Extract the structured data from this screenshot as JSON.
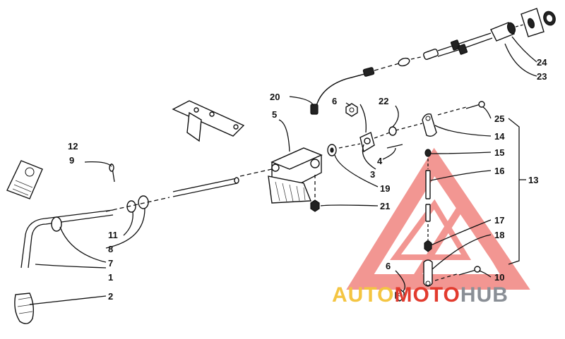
{
  "callouts": {
    "c1": "1",
    "c2": "2",
    "c3": "3",
    "c4": "4",
    "c5": "5",
    "c6a": "6",
    "c6b": "6",
    "c7": "7",
    "c8": "8",
    "c9": "9",
    "c10": "10",
    "c11": "11",
    "c12": "12",
    "c13": "13",
    "c14": "14",
    "c15": "15",
    "c16": "16",
    "c17": "17",
    "c18": "18",
    "c19": "19",
    "c20": "20",
    "c21": "21",
    "c22": "22",
    "c23": "23",
    "c24": "24",
    "c25": "25"
  },
  "watermark": {
    "auto": "AUTO",
    "moto": "MOTO",
    "hub": "HUB",
    "colors": {
      "auto": "#f4c542",
      "moto": "#e23b2e",
      "hub": "#8a8f96",
      "triangle": "#e8413a"
    }
  },
  "colors": {
    "line": "#111111",
    "background": "#ffffff"
  }
}
